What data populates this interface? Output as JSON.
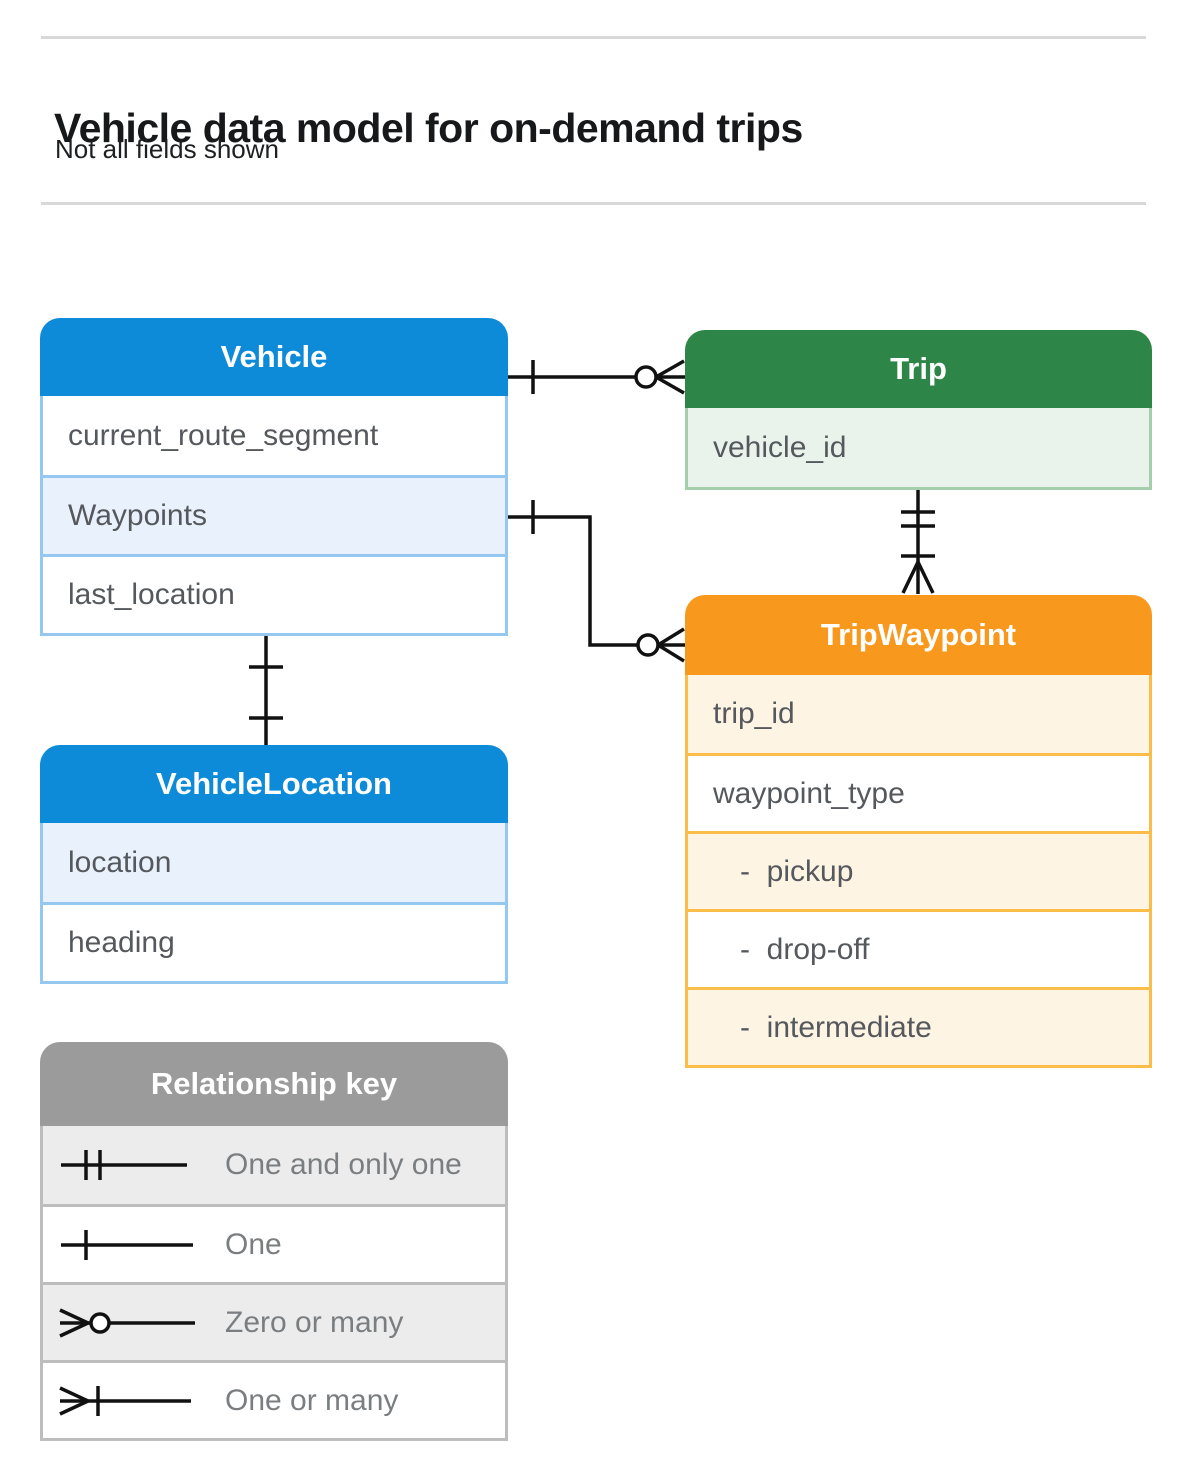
{
  "page": {
    "title": "Vehicle data model for on-demand trips",
    "subtitle": "Not all fields shown"
  },
  "tables": {
    "vehicle": {
      "title": "Vehicle",
      "rows": [
        "current_route_segment",
        "Waypoints",
        "last_location"
      ]
    },
    "trip": {
      "title": "Trip",
      "rows": [
        "vehicle_id"
      ]
    },
    "trip_waypoint": {
      "title": "TripWaypoint",
      "rows": [
        "trip_id",
        "waypoint_type",
        "-  pickup",
        "-  drop-off",
        "-  intermediate"
      ]
    },
    "vehicle_location": {
      "title": "VehicleLocation",
      "rows": [
        "location",
        "heading"
      ]
    }
  },
  "legend": {
    "title": "Relationship key",
    "items": [
      {
        "symbol": "one-and-only-one",
        "label": "One and only one"
      },
      {
        "symbol": "one",
        "label": "One"
      },
      {
        "symbol": "zero-or-many",
        "label": "Zero or many"
      },
      {
        "symbol": "one-or-many",
        "label": "One or many"
      }
    ]
  },
  "relationships": [
    {
      "from": "Vehicle",
      "to": "Trip",
      "from_cardinality": "one",
      "to_cardinality": "zero-or-many"
    },
    {
      "from": "Vehicle.Waypoints",
      "to": "TripWaypoint",
      "from_cardinality": "one",
      "to_cardinality": "zero-or-many"
    },
    {
      "from": "Trip",
      "to": "TripWaypoint",
      "from_cardinality": "one-and-only-one",
      "to_cardinality": "one-or-many"
    },
    {
      "from": "Vehicle",
      "to": "VehicleLocation",
      "from_cardinality": "one",
      "to_cardinality": "one"
    }
  ],
  "colors": {
    "vehicle_header": "#0d8bd9",
    "vehicle_border": "#94c8f0",
    "vehicle_row_highlight": "#e8f1fc",
    "trip_header": "#2d8647",
    "trip_border": "#a3cfad",
    "trip_row_highlight": "#e9f3ec",
    "trip_waypoint_header": "#f8991d",
    "trip_waypoint_border": "#fbbd4a",
    "trip_waypoint_row_highlight": "#fdf4e4",
    "legend_header": "#9b9b9b",
    "legend_border": "#bdbdbd",
    "legend_row_highlight": "#ececec",
    "connector": "#111111",
    "divider": "#d9d9d9"
  }
}
